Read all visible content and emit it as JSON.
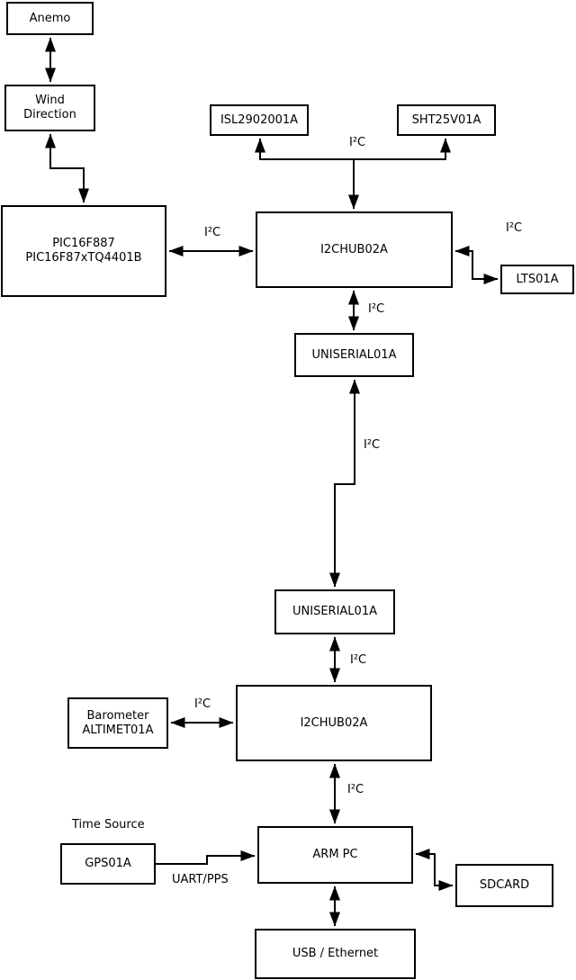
{
  "diagram": {
    "colors": {
      "line": "#000000",
      "box_fill": "#ffffff",
      "background": "#ffffff"
    },
    "nodes": {
      "anemo": {
        "label": "Anemo"
      },
      "wind_direction": {
        "line1": "Wind",
        "line2": "Direction"
      },
      "pic": {
        "line1": "PIC16F887",
        "line2": "PIC16F87xTQ4401B"
      },
      "isl": {
        "label": "ISL2902001A"
      },
      "sht": {
        "label": "SHT25V01A"
      },
      "i2chub_top": {
        "label": "I2CHUB02A"
      },
      "lts": {
        "label": "LTS01A"
      },
      "uniserial_top": {
        "label": "UNISERIAL01A"
      },
      "uniserial_bottom": {
        "label": "UNISERIAL01A"
      },
      "barometer": {
        "line1": "Barometer",
        "line2": "ALTIMET01A"
      },
      "i2chub_bottom": {
        "label": "I2CHUB02A"
      },
      "gps": {
        "label": "GPS01A"
      },
      "arm_pc": {
        "label": "ARM PC"
      },
      "sdcard": {
        "label": "SDCARD"
      },
      "usb_ethernet": {
        "label": "USB / Ethernet"
      }
    },
    "labels": {
      "i2c": "I²C",
      "uart_pps": "UART/PPS",
      "time_source": "Time Source"
    }
  }
}
